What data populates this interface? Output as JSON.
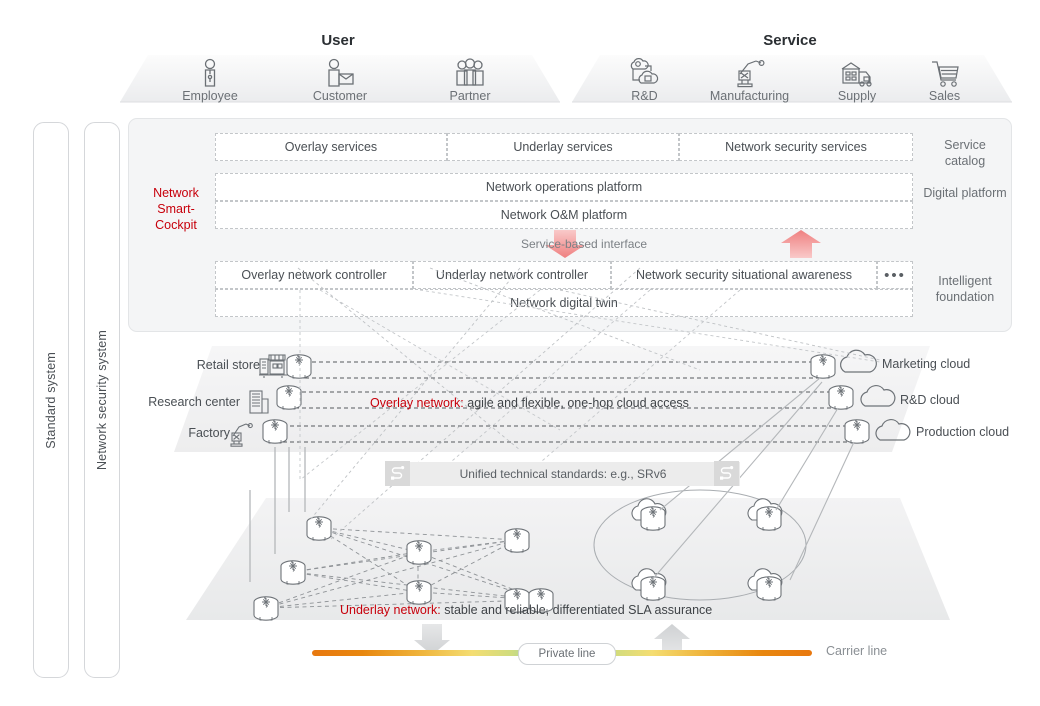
{
  "bands": {
    "user": {
      "title": "User",
      "items": [
        {
          "label": "Employee",
          "icon": "employee-icon"
        },
        {
          "label": "Customer",
          "icon": "customer-icon"
        },
        {
          "label": "Partner",
          "icon": "partner-icon"
        }
      ]
    },
    "service": {
      "title": "Service",
      "items": [
        {
          "label": "R&D",
          "icon": "rnd-cloud-icon"
        },
        {
          "label": "Manufacturing",
          "icon": "robot-arm-icon"
        },
        {
          "label": "Supply",
          "icon": "warehouse-truck-icon"
        },
        {
          "label": "Sales",
          "icon": "shopping-cart-icon"
        }
      ]
    }
  },
  "side_systems": [
    {
      "label": "Standard system"
    },
    {
      "label": "Network security system"
    }
  ],
  "platform": {
    "cockpit_label": "Network Smart-Cockpit",
    "cockpit_lines": [
      "Network",
      "Smart-",
      "Cockpit"
    ],
    "accent_color": "#c7000b",
    "service_catalog": {
      "label": "Service catalog",
      "items": [
        "Overlay services",
        "Underlay services",
        "Network security services"
      ]
    },
    "digital_platform": {
      "label": "Digital platform",
      "items": [
        "Network operations platform",
        "Network O&M platform"
      ]
    },
    "interface_band": {
      "label": "Service-based interface",
      "down_arrow": "arrow-down-icon",
      "up_arrow": "arrow-up-icon"
    },
    "intelligent_foundation": {
      "label": "Intelligent foundation",
      "items": [
        "Overlay network controller",
        "Underlay network controller",
        "Network security situational awareness"
      ],
      "more": "•••",
      "full_width_item": "Network digital twin"
    }
  },
  "overlay": {
    "caption_lead": "Overlay network:",
    "caption_rest": " agile and flexible, one-hop cloud access",
    "sites": [
      {
        "label": "Retail store",
        "icon": "retail-store-icon"
      },
      {
        "label": "Research center",
        "icon": "research-building-icon"
      },
      {
        "label": "Factory",
        "icon": "factory-robot-icon"
      }
    ],
    "clouds": [
      {
        "label": "Marketing cloud",
        "icon": "cloud-icon"
      },
      {
        "label": "R&D cloud",
        "icon": "cloud-icon"
      },
      {
        "label": "Production cloud",
        "icon": "cloud-icon"
      }
    ]
  },
  "standards": {
    "text": "Unified technical standards: e.g., SRv6",
    "icon": "srv6-standard-icon"
  },
  "underlay": {
    "caption_lead": "Underlay network:",
    "caption_rest": " stable and reliable, differentiated SLA assurance"
  },
  "carrier": {
    "private_line": "Private line",
    "carrier_line": "Carrier line",
    "down_arrow": "arrow-down-icon",
    "up_arrow": "arrow-up-icon"
  }
}
